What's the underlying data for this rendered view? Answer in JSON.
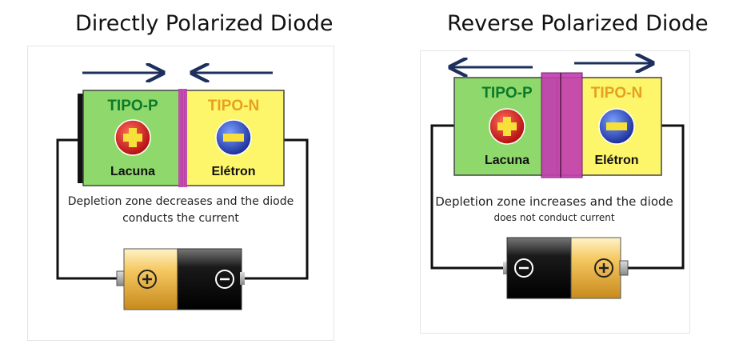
{
  "left": {
    "title": "Directly Polarized Diode",
    "p_label": "TIPO-P",
    "n_label": "TIPO-N",
    "p_carrier": "Lacuna",
    "n_carrier": "Elétron",
    "caption_line1": "Depletion zone decreases and the diode",
    "caption_line2": "conducts the current"
  },
  "right": {
    "title": "Reverse Polarized Diode",
    "p_label": "TIPO-P",
    "n_label": "TIPO-N",
    "p_carrier": "Lacuna",
    "n_carrier": "Elétron",
    "caption_line1": "Depletion zone increases and the diode",
    "caption_line2": "does not conduct current"
  },
  "colors": {
    "p_region": "#8fd86c",
    "n_region": "#fdf56a",
    "depletion": "#c23fb0",
    "arrow": "#1d2f5c",
    "hole_red": "#d81e1e",
    "electron_blue": "#2f4fc0",
    "battery_gold": "#f2b84a",
    "battery_black": "#1a1a1a"
  },
  "icons": [
    "plus-icon",
    "minus-icon",
    "arrow-right-icon",
    "arrow-left-icon"
  ]
}
